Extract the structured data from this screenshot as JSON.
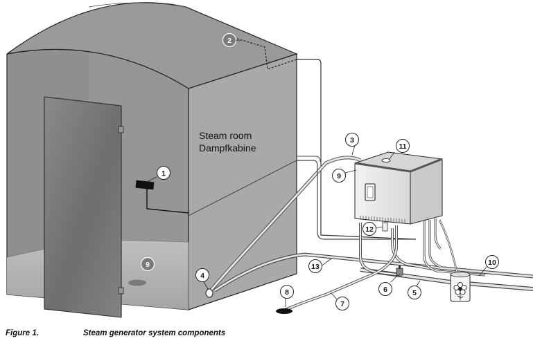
{
  "room_label": {
    "line1": "Steam room",
    "line2": "Dampfkabine"
  },
  "components": [
    {
      "id": "sensor",
      "number": "1",
      "style": "light"
    },
    {
      "id": "ceiling-sensor",
      "number": "2",
      "style": "dark"
    },
    {
      "id": "steam-pipe",
      "number": "3",
      "style": "light"
    },
    {
      "id": "steam-outlet",
      "number": "4",
      "style": "light"
    },
    {
      "id": "drain-pipe",
      "number": "5",
      "style": "light"
    },
    {
      "id": "water-valve",
      "number": "6",
      "style": "light"
    },
    {
      "id": "drain-hose",
      "number": "7",
      "style": "light"
    },
    {
      "id": "floor-drain",
      "number": "8",
      "style": "light"
    },
    {
      "id": "generator-unit",
      "number": "9",
      "style": "light"
    },
    {
      "id": "room-drain",
      "number": "9",
      "style": "dark"
    },
    {
      "id": "water-line",
      "number": "10",
      "style": "light"
    },
    {
      "id": "fragrance-pump",
      "number": "11",
      "style": "light"
    },
    {
      "id": "drain-valve",
      "number": "12",
      "style": "light"
    },
    {
      "id": "supply-line",
      "number": "13",
      "style": "light"
    }
  ],
  "caption": {
    "number": "Figure 1.",
    "title": "Steam generator system components"
  },
  "colors": {
    "wall_dark": "#8f8f8f",
    "wall_light": "#a9a9a9",
    "floor": "#b5b5b5",
    "door": "#767676",
    "badge_dark": "#7a7a7a"
  }
}
